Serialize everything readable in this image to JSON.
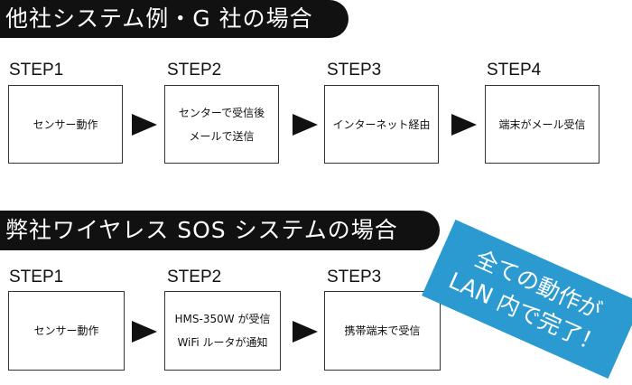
{
  "section1": {
    "title": "他社システム例・G 社の場合",
    "steps": [
      {
        "label": "STEP1",
        "lines": [
          "センサー動作"
        ]
      },
      {
        "label": "STEP2",
        "lines": [
          "センターで受信後",
          "メールで送信"
        ]
      },
      {
        "label": "STEP3",
        "lines": [
          "インターネット経由"
        ]
      },
      {
        "label": "STEP4",
        "lines": [
          "端末がメール受信"
        ]
      }
    ]
  },
  "section2": {
    "title": "弊社ワイヤレス SOS システムの場合",
    "steps": [
      {
        "label": "STEP1",
        "lines": [
          "センサー動作"
        ]
      },
      {
        "label": "STEP2",
        "lines": [
          "HMS-350W が受信",
          "WiFi ルータが通知"
        ]
      },
      {
        "label": "STEP3",
        "lines": [
          "携帯端末で受信"
        ]
      }
    ]
  },
  "callout": {
    "line1": "全ての動作が",
    "line2": "LAN 内で完了！"
  },
  "colors": {
    "banner_bg": "#111111",
    "callout_bg": "#2a9ad0"
  },
  "icons": [
    "arrow-right-icon"
  ]
}
